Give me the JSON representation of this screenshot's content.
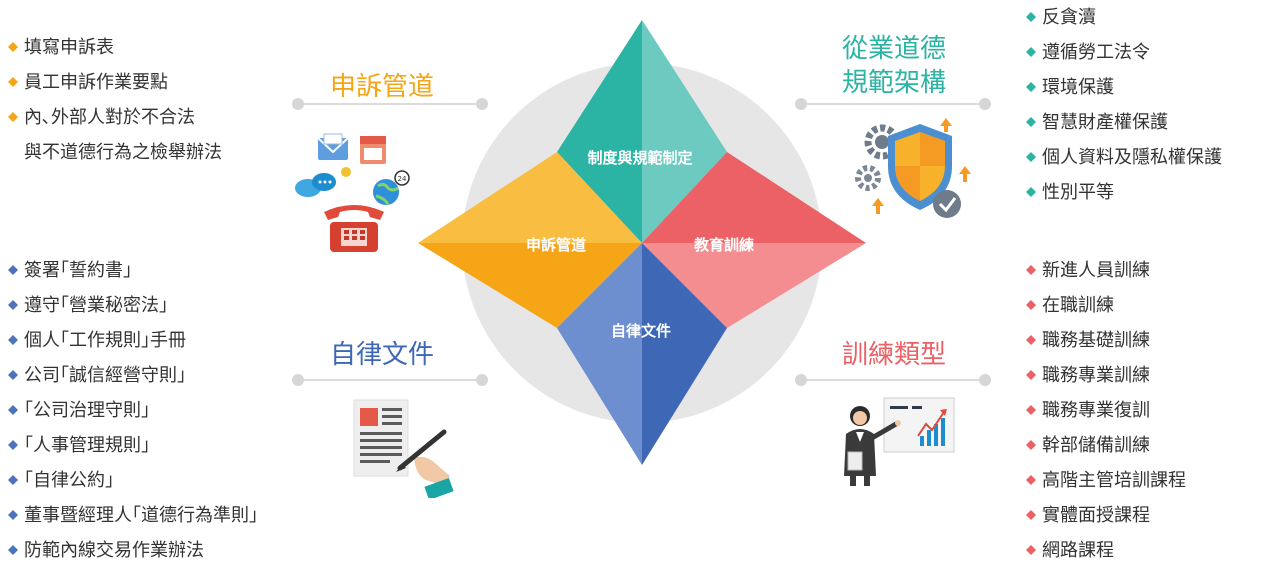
{
  "colors": {
    "teal": "#35b8a8",
    "red": "#ee6e72",
    "yellow": "#f7b12b",
    "blue": "#5275c1",
    "gray_circle": "#e6e6e6"
  },
  "center": {
    "top_label": "制度與規範制定",
    "left_label": "申訴管道",
    "right_label": "教育訓練",
    "bottom_label": "自律文件"
  },
  "complaint": {
    "title": "申訴管道",
    "icon": "communication-icons",
    "items": [
      "填寫申訴表",
      "員工申訴作業要點",
      "內､外部人對於不合法",
      "與不道德行為之檢舉辦法"
    ]
  },
  "ethics": {
    "title_line1": "從業道德",
    "title_line2": "規範架構",
    "icon": "shield-gears-icon",
    "items": [
      "反貪瀆",
      "遵循勞工法令",
      "環境保護",
      "智慧財產權保護",
      "個人資料及隱私權保護",
      "性別平等"
    ]
  },
  "selfreg": {
    "title": "自律文件",
    "icon": "document-signing-icon",
    "items": [
      "簽署｢誓約書｣",
      "遵守｢營業秘密法｣",
      "個人｢工作規則｣手冊",
      "公司｢誠信經營守則｣",
      "｢公司治理守則｣",
      "｢人事管理規則｣",
      "｢自律公約｣",
      "董事暨經理人｢道德行為準則｣",
      "防範內線交易作業辦法"
    ]
  },
  "training": {
    "title": "訓練類型",
    "icon": "presenter-chart-icon",
    "items": [
      "新進人員訓練",
      "在職訓練",
      "職務基礎訓練",
      "職務專業訓練",
      "職務專業復訓",
      "幹部儲備訓練",
      "高階主管培訓課程",
      "實體面授課程",
      "網路課程"
    ]
  }
}
